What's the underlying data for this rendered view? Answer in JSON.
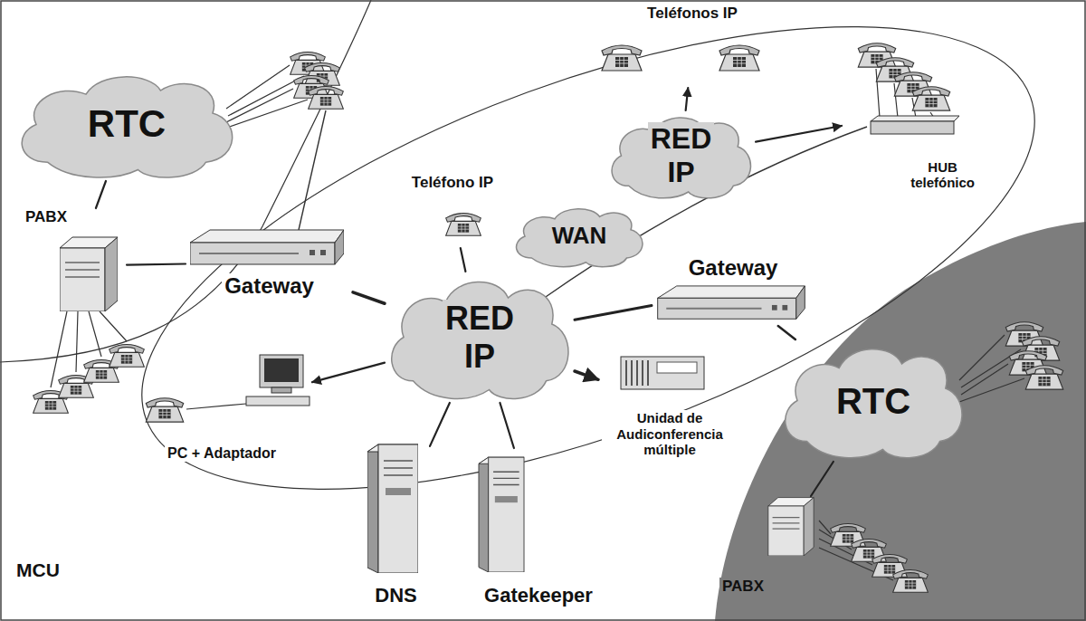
{
  "diagram": {
    "nodes": [
      {
        "text": [
          "Teléfonos IP"
        ]
      },
      {
        "text": [
          "RTC"
        ]
      },
      {
        "text": [
          "RED IP"
        ]
      },
      {
        "text": [
          "HUB telefónico"
        ]
      },
      {
        "text": [
          "Teléfono IP"
        ]
      },
      {
        "text": [
          "WAN"
        ]
      },
      {
        "text": [
          "PABX"
        ]
      },
      {
        "text": [
          "Gateway"
        ]
      },
      {
        "text": [
          "Gateway"
        ]
      },
      {
        "text": [
          "RED IP"
        ]
      },
      {
        "text": [
          "Unidad de Audiconferencia múltiple"
        ]
      },
      {
        "text": [
          "RTC"
        ]
      },
      {
        "text": [
          "PC + Adaptador"
        ]
      },
      {
        "text": [
          "DNS"
        ]
      },
      {
        "text": [
          "Gatekeeper"
        ]
      },
      {
        "text": [
          "PABX"
        ]
      }
    ],
    "edges": [
      {
        "from": 1,
        "to": 6,
        "arrow": "none"
      },
      {
        "from": 6,
        "to": 7,
        "arrow": "none"
      },
      {
        "from": 7,
        "to": 9,
        "arrow": "none"
      },
      {
        "from": 9,
        "to": 4,
        "arrow": "none"
      },
      {
        "from": 9,
        "to": 12,
        "arrow": "to"
      },
      {
        "from": 9,
        "to": 13,
        "arrow": "none"
      },
      {
        "from": 9,
        "to": 14,
        "arrow": "none"
      },
      {
        "from": 9,
        "to": 10,
        "arrow": "to"
      },
      {
        "from": 9,
        "to": 8,
        "arrow": "none"
      },
      {
        "from": 8,
        "to": 11,
        "arrow": "none"
      },
      {
        "from": 11,
        "to": 15,
        "arrow": "none"
      },
      {
        "from": 2,
        "to": 0,
        "arrow": "to"
      },
      {
        "from": 2,
        "to": 3,
        "arrow": "to"
      }
    ],
    "labels": [
      "MCU"
    ]
  }
}
